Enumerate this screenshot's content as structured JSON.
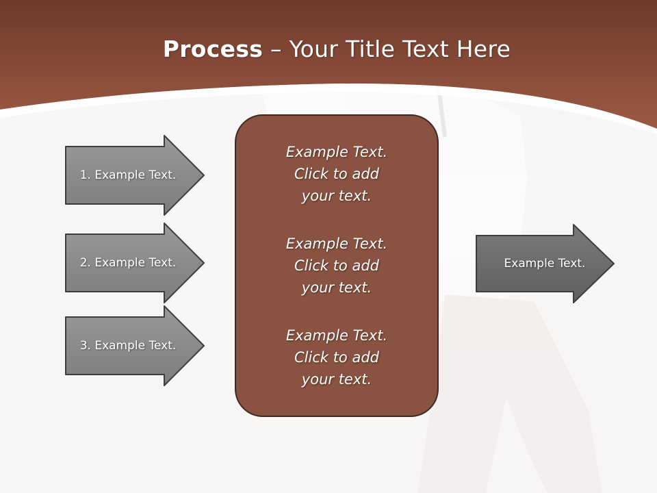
{
  "title": {
    "bold": "Process",
    "rest": " – Your Title Text Here"
  },
  "inputs": [
    {
      "label": "1. Example Text."
    },
    {
      "label": "2. Example Text."
    },
    {
      "label": "3. Example Text."
    }
  ],
  "center": [
    {
      "text": "Example Text.\nClick  to add\nyour text."
    },
    {
      "text": "Example Text.\nClick  to add\nyour text."
    },
    {
      "text": "Example Text.\nClick  to add\nyour text."
    }
  ],
  "output": {
    "label": "Example Text."
  },
  "colors": {
    "header": "#8b4a37",
    "center_box": "#8a5240",
    "arrow_fill": "#8d8d8d",
    "arrow_fill_dark": "#6f6f6f",
    "outline": "#3d3d3d",
    "background": "#f8f6f5"
  }
}
